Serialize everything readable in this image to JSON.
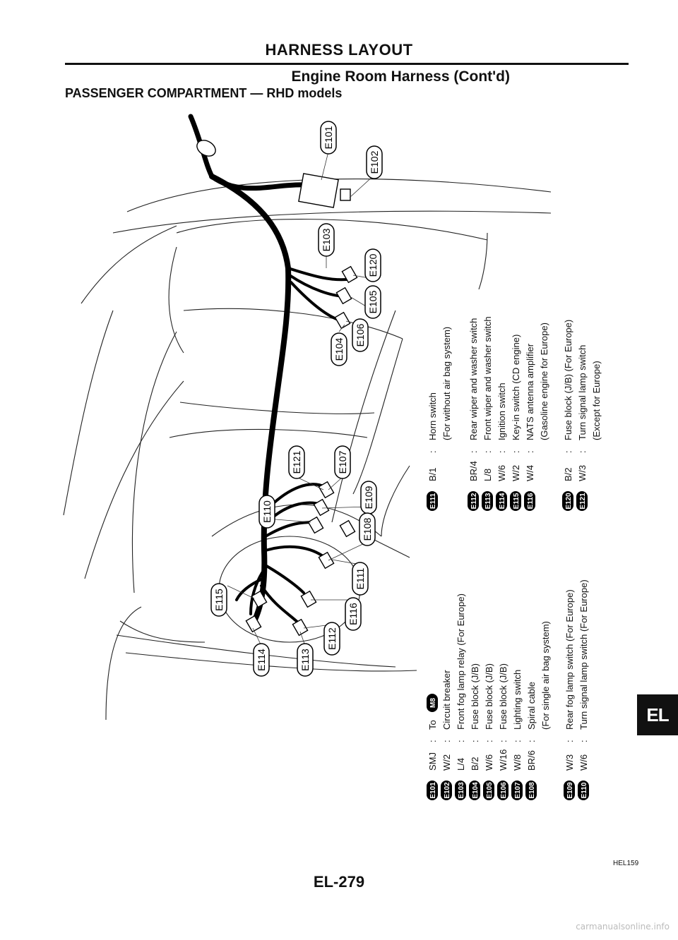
{
  "header": {
    "title": "HARNESS LAYOUT",
    "subtitle": "Engine Room Harness (Cont'd)",
    "section": "PASSENGER COMPARTMENT — RHD models"
  },
  "connector_bubbles": [
    "E101",
    "E102",
    "E103",
    "E120",
    "E105",
    "E106",
    "E104",
    "E121",
    "E107",
    "E110",
    "E109",
    "E108",
    "E111",
    "E115",
    "E116",
    "E112",
    "E114",
    "E113"
  ],
  "legend_right": [
    {
      "id": "E111",
      "code": "B/1",
      "sep": ":",
      "lines": [
        "Horn switch",
        "(For without air bag system)"
      ]
    },
    {
      "id": "E112",
      "code": "BR/4",
      "sep": ":",
      "lines": [
        "Rear wiper and washer switch"
      ]
    },
    {
      "id": "E113",
      "code": "L/8",
      "sep": ":",
      "lines": [
        "Front wiper and washer switch"
      ]
    },
    {
      "id": "E114",
      "code": "W/6",
      "sep": ":",
      "lines": [
        "Ignition switch"
      ]
    },
    {
      "id": "E115",
      "code": "W/2",
      "sep": ":",
      "lines": [
        "Key-in switch (CD engine)"
      ]
    },
    {
      "id": "E116",
      "code": "W/4",
      "sep": ":",
      "lines": [
        "NATS antenna amplifier",
        "(Gasoline engine for Europe)"
      ]
    },
    {
      "id": "E120",
      "code": "B/2",
      "sep": ":",
      "lines": [
        "Fuse block (J/B) (For Europe)"
      ]
    },
    {
      "id": "E121",
      "code": "W/3",
      "sep": ":",
      "lines": [
        "Turn signal lamp switch",
        "(Except for Europe)"
      ]
    }
  ],
  "legend_left": [
    {
      "id": "E101",
      "code": "SMJ",
      "sep": ":",
      "lines": [
        "To"
      ],
      "ref": "M8"
    },
    {
      "id": "E102",
      "code": "W/2",
      "sep": ":",
      "lines": [
        "Circuit breaker"
      ]
    },
    {
      "id": "E103",
      "code": "L/4",
      "sep": ":",
      "lines": [
        "Front fog lamp relay (For Europe)"
      ]
    },
    {
      "id": "E104",
      "code": "B/2",
      "sep": ":",
      "lines": [
        "Fuse block (J/B)"
      ]
    },
    {
      "id": "E105",
      "code": "W/6",
      "sep": ":",
      "lines": [
        "Fuse block (J/B)"
      ]
    },
    {
      "id": "E106",
      "code": "W/16",
      "sep": ":",
      "lines": [
        "Fuse block (J/B)"
      ]
    },
    {
      "id": "E107",
      "code": "W/8",
      "sep": ":",
      "lines": [
        "Lighting switch"
      ]
    },
    {
      "id": "E108",
      "code": "BR/6",
      "sep": ":",
      "lines": [
        "Spiral cable",
        "(For single air bag system)"
      ]
    },
    {
      "id": "E109",
      "code": "W/3",
      "sep": ":",
      "lines": [
        "Rear fog lamp switch (For Europe)"
      ]
    },
    {
      "id": "E110",
      "code": "W/6",
      "sep": ":",
      "lines": [
        "Turn signal lamp switch (For Europe)"
      ]
    }
  ],
  "page_number": "EL-279",
  "figure_id": "HEL159",
  "section_tab": "EL",
  "footer": "carmanualsonline.info"
}
